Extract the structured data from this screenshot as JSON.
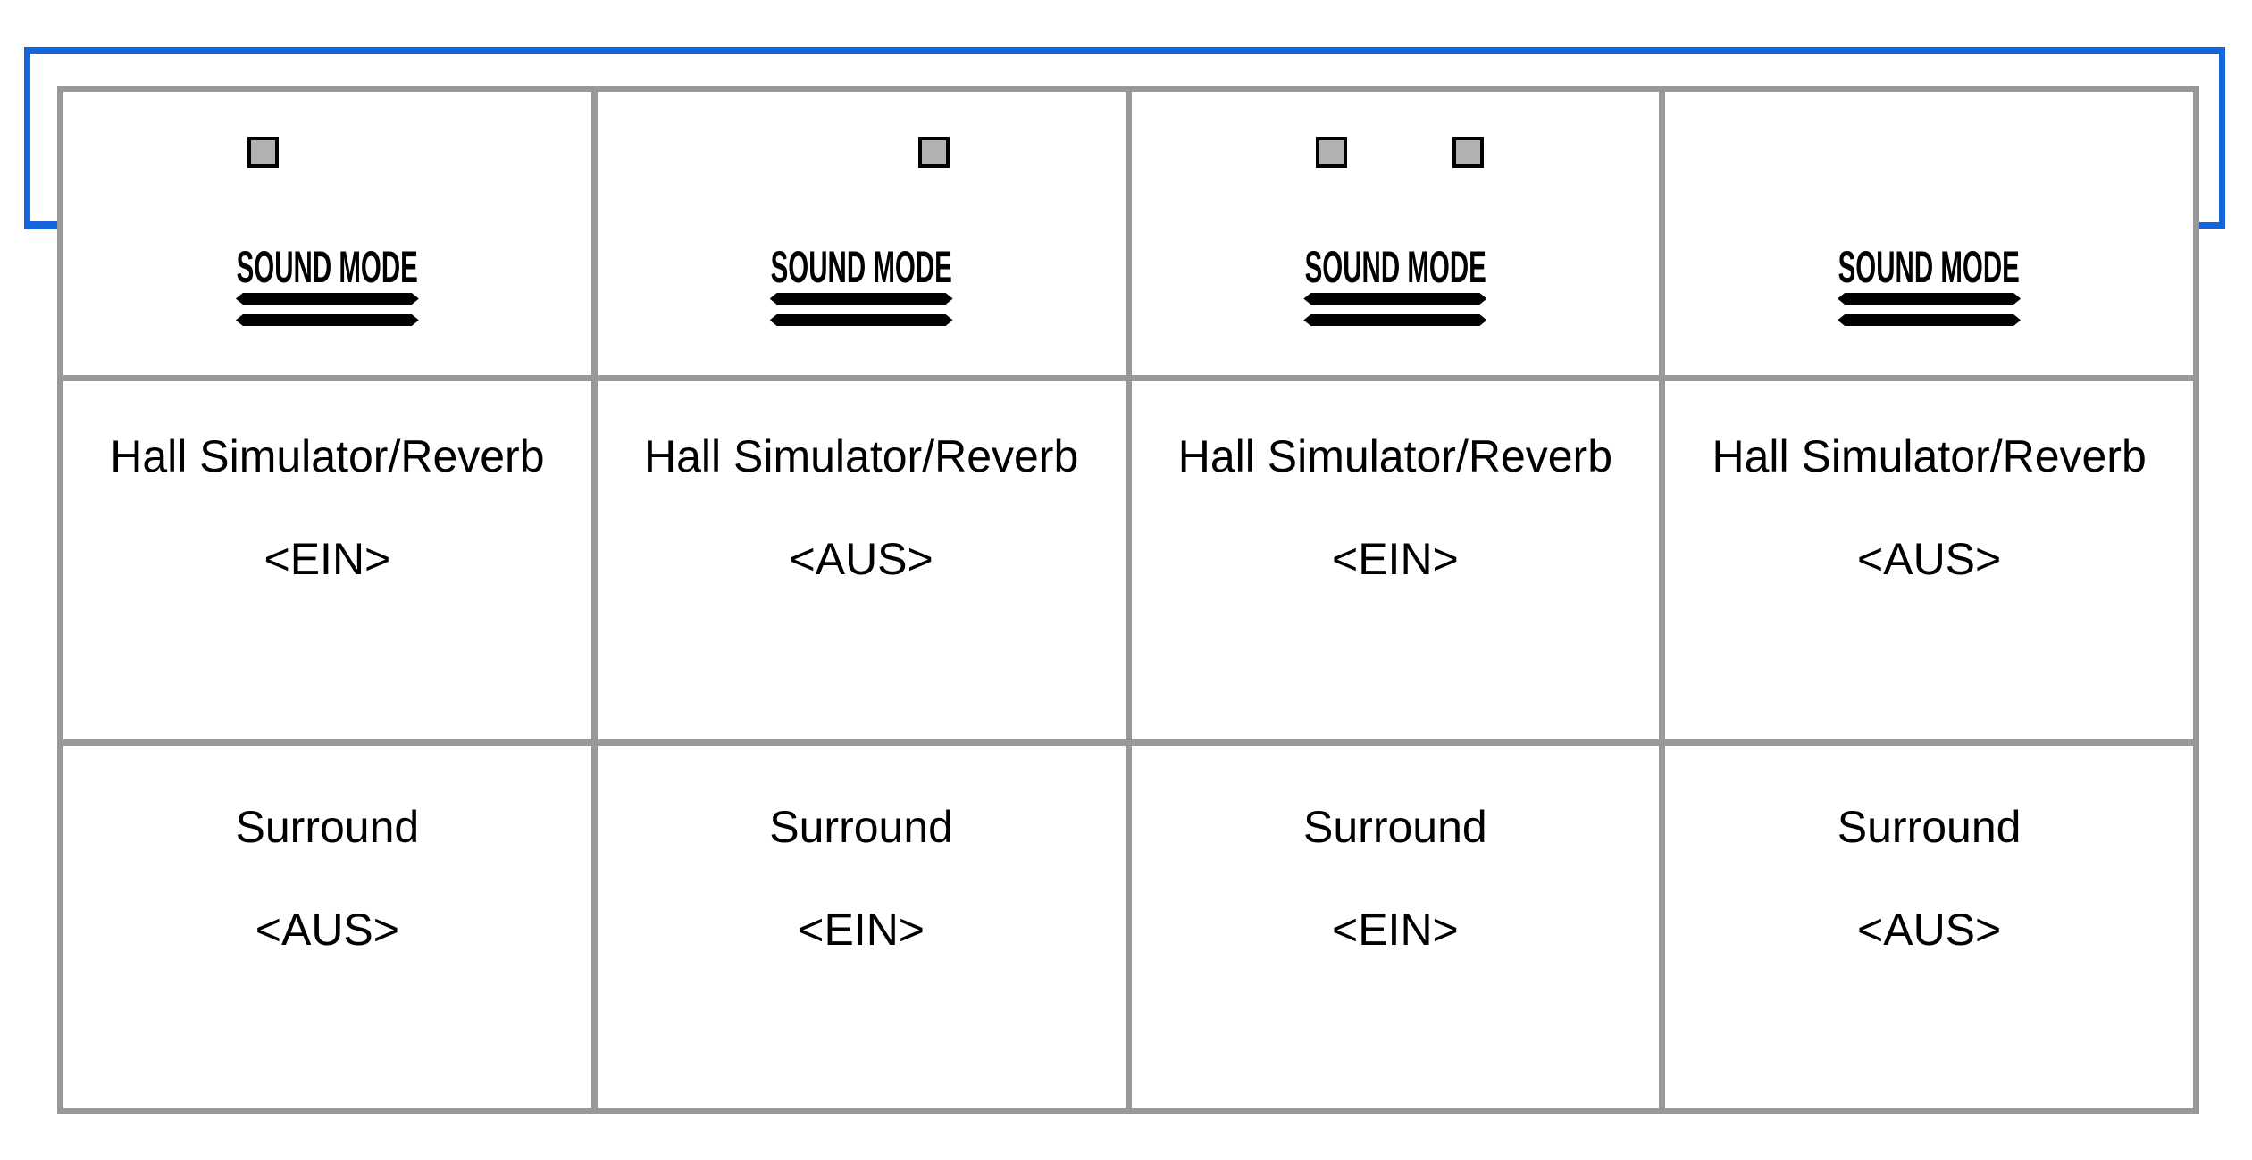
{
  "diagram": {
    "button": {
      "label": "SOUND MODE"
    },
    "rows": {
      "hall_label": "Hall Simulator/Reverb",
      "surround_label": "Surround"
    },
    "states": [
      {
        "hall_value": "<EIN>",
        "surround_value": "<AUS>",
        "hall_led": true,
        "surround_led": false
      },
      {
        "hall_value": "<AUS>",
        "surround_value": "<EIN>",
        "hall_led": false,
        "surround_led": true
      },
      {
        "hall_value": "<EIN>",
        "surround_value": "<EIN>",
        "hall_led": true,
        "surround_led": true
      },
      {
        "hall_value": "<AUS>",
        "surround_value": "<AUS>",
        "hall_led": false,
        "surround_led": false
      }
    ],
    "colors": {
      "arrow_blue": "#1464dc",
      "table_border": "#999999",
      "led_fill": "#b1b1b1",
      "led_border": "#000000",
      "text": "#000000",
      "background": "#ffffff"
    }
  }
}
